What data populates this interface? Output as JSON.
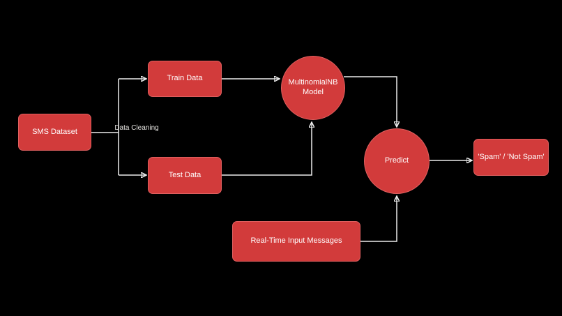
{
  "diagram": {
    "nodes": {
      "sms": {
        "label": "SMS Dataset"
      },
      "train": {
        "label": "Train Data"
      },
      "test": {
        "label": "Test Data"
      },
      "model": {
        "label": "MultinomialNB Model"
      },
      "predict": {
        "label": "Predict"
      },
      "output": {
        "label": "'Spam' / 'Not Spam'"
      },
      "realtime": {
        "label": "Real-Time Input Messages"
      }
    },
    "edge_label": {
      "label": "Data Cleaning"
    },
    "colors": {
      "background": "#000000",
      "node_fill": "#d23b3b",
      "node_border": "#e06060",
      "node_text": "#ffffff",
      "connector": "#ececec",
      "edge_label_text": "#e8e6e3"
    }
  }
}
